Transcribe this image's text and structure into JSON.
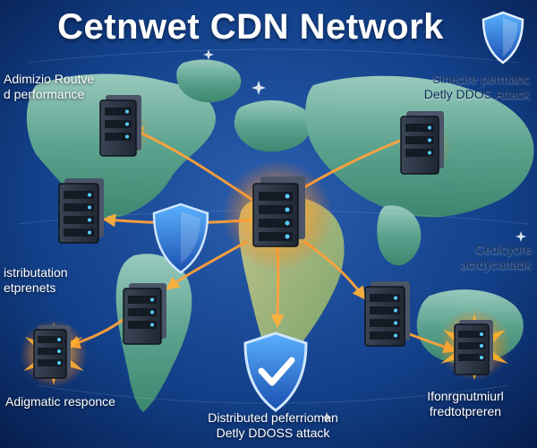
{
  "header": {
    "title": "Cetnwet CDN Network",
    "title_icon": "shield-icon"
  },
  "labels": {
    "top_left": [
      "Adimizio Routve",
      "d performance"
    ],
    "top_right": [
      "Slnecire permanc",
      "Detly DDOS Attack"
    ],
    "mid_left": [
      "istributation",
      "etprenets"
    ],
    "mid_right": [
      "Cedicyore",
      "acrdycattabk"
    ],
    "bottom_left": [
      "Adigmatic responce"
    ],
    "bottom_right": [
      "Ifonrgnutmiurl",
      "fredtotpreren"
    ],
    "bottom_center": [
      "Distributed peferrioman",
      "Detly DDOSS attack"
    ]
  },
  "icons": [
    "server-icon",
    "shield-icon",
    "shield-check-icon",
    "explosion-icon",
    "sparkle-icon"
  ],
  "colors": {
    "ocean": "#0a2a66",
    "land": "#5fa88e",
    "arrow": "#f59a3a",
    "glow": "#ff7a1a",
    "server_body": "#2a3342",
    "server_led": "#55d0ff",
    "shield": "#2f7fe0"
  }
}
